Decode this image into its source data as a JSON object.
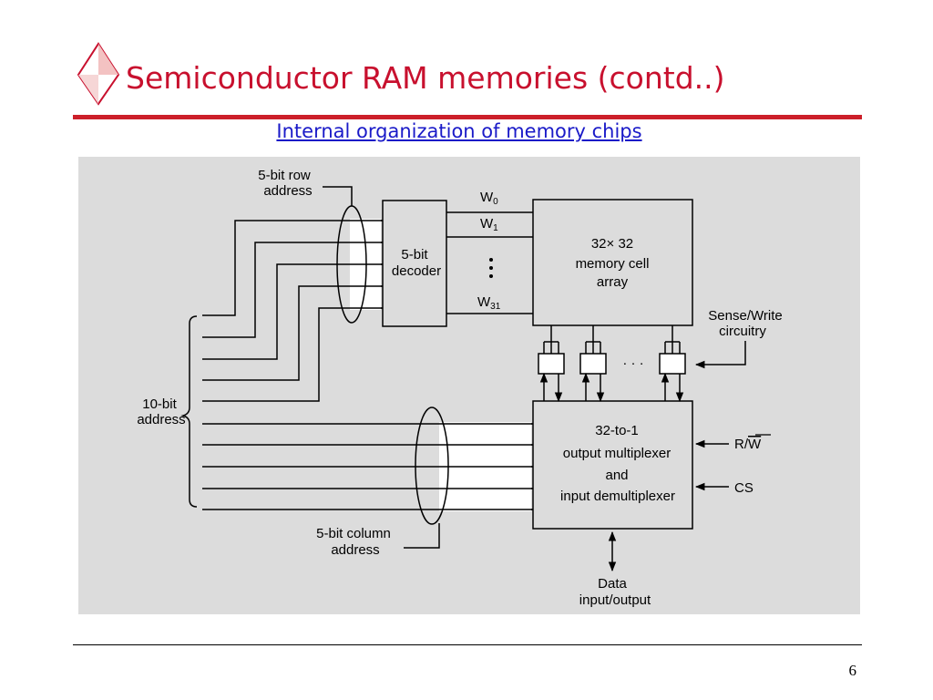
{
  "slide": {
    "title": "Semiconductor RAM memories (contd..)",
    "subtitle": "Internal organization of memory chips",
    "page_number": "6",
    "title_color": "#c8102e",
    "subtitle_color": "#1a1ac8",
    "bullet_icon": "diamond-icon"
  },
  "diagram": {
    "row_address_label": [
      "5-bit row",
      "address"
    ],
    "decoder_label": [
      "5-bit",
      "decoder"
    ],
    "word_lines": {
      "w0_base": "W",
      "w0_sub": "0",
      "w1_base": "W",
      "w1_sub": "1",
      "w31_base": "W",
      "w31_sub": "31"
    },
    "array_label": [
      "32× 32",
      "memory cell",
      "array"
    ],
    "sense_label": [
      "Sense/Write",
      "circuitry"
    ],
    "mux_label": [
      "32-to-1",
      "output multiplexer",
      "and",
      "input demultiplexer"
    ],
    "rw_label": "R/",
    "rw_overline": "W",
    "cs_label": "CS",
    "address_label": [
      "10-bit",
      "address"
    ],
    "column_address_label": [
      "5-bit column",
      "address"
    ],
    "data_label": [
      "Data",
      "input/output"
    ],
    "dots": "· · ·"
  }
}
